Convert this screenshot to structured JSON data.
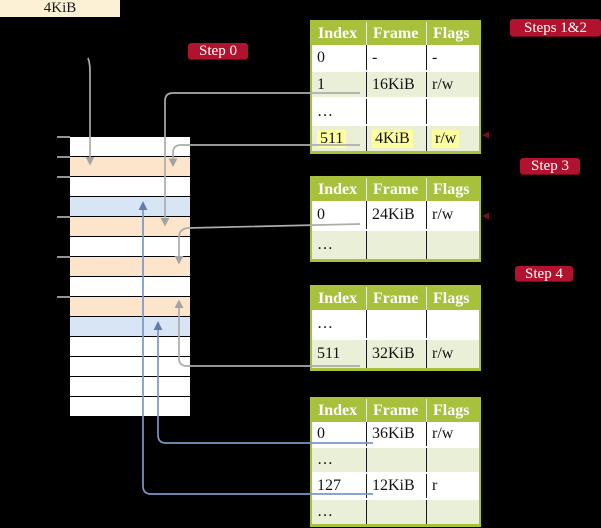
{
  "palette": {
    "background": "#000000",
    "table_header_green": "#a7c13c",
    "table_row_green": "#eaf0d8",
    "table_row_white": "#ffffff",
    "highlight_yellow": "#feff9e",
    "step_label_red": "#b1122d",
    "legend_cream": "#fcf1d4",
    "frame_wheat": "#fce5cb",
    "frame_blue": "#d8e5f5",
    "connector_gray": "#acacac",
    "connector_gray_head": "#a3a3a3",
    "connector_blue": "#7c96c5",
    "connector_blue_head": "#5e7eb1",
    "tick_gray": "#949494",
    "table_edge_marker_red": "#70101f"
  },
  "legend_box": {
    "label": "4KiB"
  },
  "step_labels": {
    "step0": "Step 0",
    "steps12": "Steps 1&2",
    "step3": "Step 3",
    "step4": "Step 4"
  },
  "page_tables": [
    {
      "name": "page-table-steps-1-2",
      "columns": [
        "Index",
        "Frame",
        "Flags"
      ],
      "rows": [
        {
          "cells": [
            "0",
            "-",
            "-"
          ],
          "shade": "white",
          "highlight": false
        },
        {
          "cells": [
            "1",
            "16KiB",
            "r/w"
          ],
          "shade": "green",
          "highlight": false
        },
        {
          "cells": [
            "…",
            "",
            ""
          ],
          "shade": "white",
          "highlight": false
        },
        {
          "cells": [
            "511",
            "4KiB",
            "r/w"
          ],
          "shade": "green",
          "highlight": true
        }
      ]
    },
    {
      "name": "page-table-step-3",
      "columns": [
        "Index",
        "Frame",
        "Flags"
      ],
      "rows": [
        {
          "cells": [
            "0",
            "24KiB",
            "r/w"
          ],
          "shade": "white",
          "highlight": false
        },
        {
          "cells": [
            "…",
            "",
            ""
          ],
          "shade": "green",
          "highlight": false
        }
      ]
    },
    {
      "name": "page-table-step-4",
      "columns": [
        "Index",
        "Frame",
        "Flags"
      ],
      "rows": [
        {
          "cells": [
            "…",
            "",
            ""
          ],
          "shade": "white",
          "highlight": false
        },
        {
          "cells": [
            "511",
            "32KiB",
            "r/w"
          ],
          "shade": "green",
          "highlight": false
        }
      ]
    },
    {
      "name": "page-table-final",
      "columns": [
        "Index",
        "Frame",
        "Flags"
      ],
      "rows": [
        {
          "cells": [
            "0",
            "36KiB",
            "r/w"
          ],
          "shade": "white",
          "highlight": false
        },
        {
          "cells": [
            "…",
            "",
            ""
          ],
          "shade": "green",
          "highlight": false
        },
        {
          "cells": [
            "127",
            "12KiB",
            "r"
          ],
          "shade": "white",
          "highlight": false
        },
        {
          "cells": [
            "…",
            "",
            ""
          ],
          "shade": "green",
          "highlight": false
        }
      ]
    }
  ],
  "memory_strip": {
    "frames": [
      "white",
      "wheat",
      "white",
      "blue",
      "wheat",
      "white",
      "wheat",
      "white",
      "wheat",
      "blue",
      "white",
      "white",
      "white",
      "white"
    ],
    "tick_boundaries": [
      0,
      1,
      2,
      4,
      6,
      8
    ]
  },
  "connectors": [
    {
      "id": "size-box-to-frame-4kib",
      "color": "gray"
    },
    {
      "id": "entry-1-16kib-to-frame",
      "color": "gray"
    },
    {
      "id": "entry-511-4kib-to-frame",
      "color": "gray"
    },
    {
      "id": "entry-0-24kib-to-frame",
      "color": "gray"
    },
    {
      "id": "entry-511-32kib-to-frame",
      "color": "gray"
    },
    {
      "id": "entry-0-36kib-to-frame",
      "color": "blue"
    },
    {
      "id": "entry-127-12kib-to-frame",
      "color": "blue"
    }
  ]
}
